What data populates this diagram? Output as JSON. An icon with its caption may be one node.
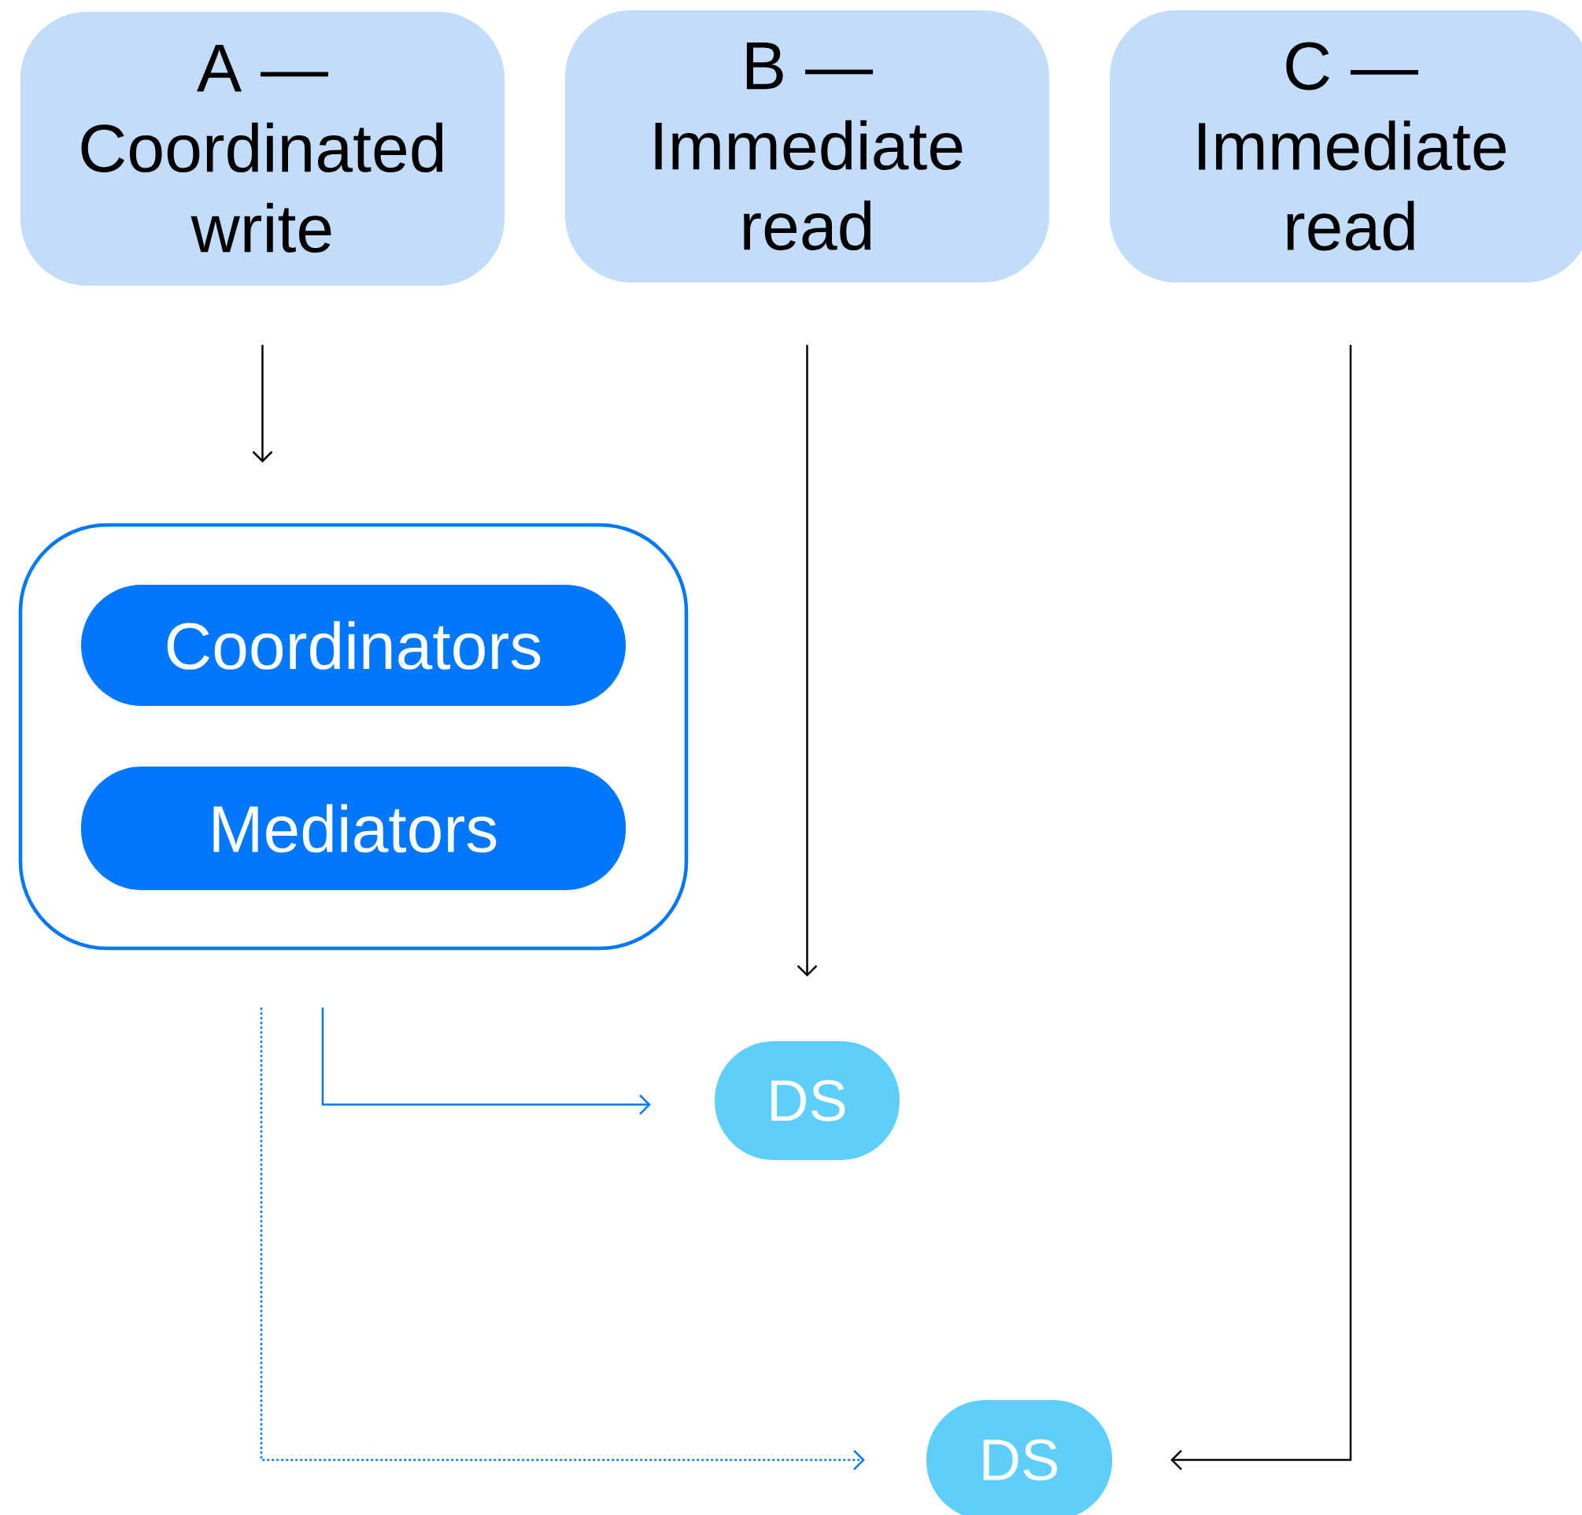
{
  "diagram": {
    "nodes": [
      {
        "text": [
          "A — Coordinated write"
        ]
      },
      {
        "text": [
          "B — Immediate read"
        ]
      },
      {
        "text": [
          "C — Immediate read"
        ]
      },
      {
        "text": [],
        "shape": "box"
      },
      {
        "text": [
          "Coordinators"
        ],
        "in": 3
      },
      {
        "text": [
          "Mediators"
        ],
        "in": 3
      },
      {
        "text": [
          "DS"
        ]
      },
      {
        "text": [
          "DS"
        ]
      }
    ],
    "edges": [
      {
        "from": 0,
        "to": 3,
        "arrow": "to"
      },
      {
        "from": 1,
        "to": 6,
        "arrow": "to"
      },
      {
        "from": 2,
        "to": 7,
        "arrow": "to"
      },
      {
        "from": 3,
        "to": 6,
        "arrow": "to",
        "color": "#0077ff"
      },
      {
        "from": 3,
        "to": 7,
        "arrow": "to",
        "style": "dashed",
        "color": "#0077ff"
      }
    ]
  }
}
